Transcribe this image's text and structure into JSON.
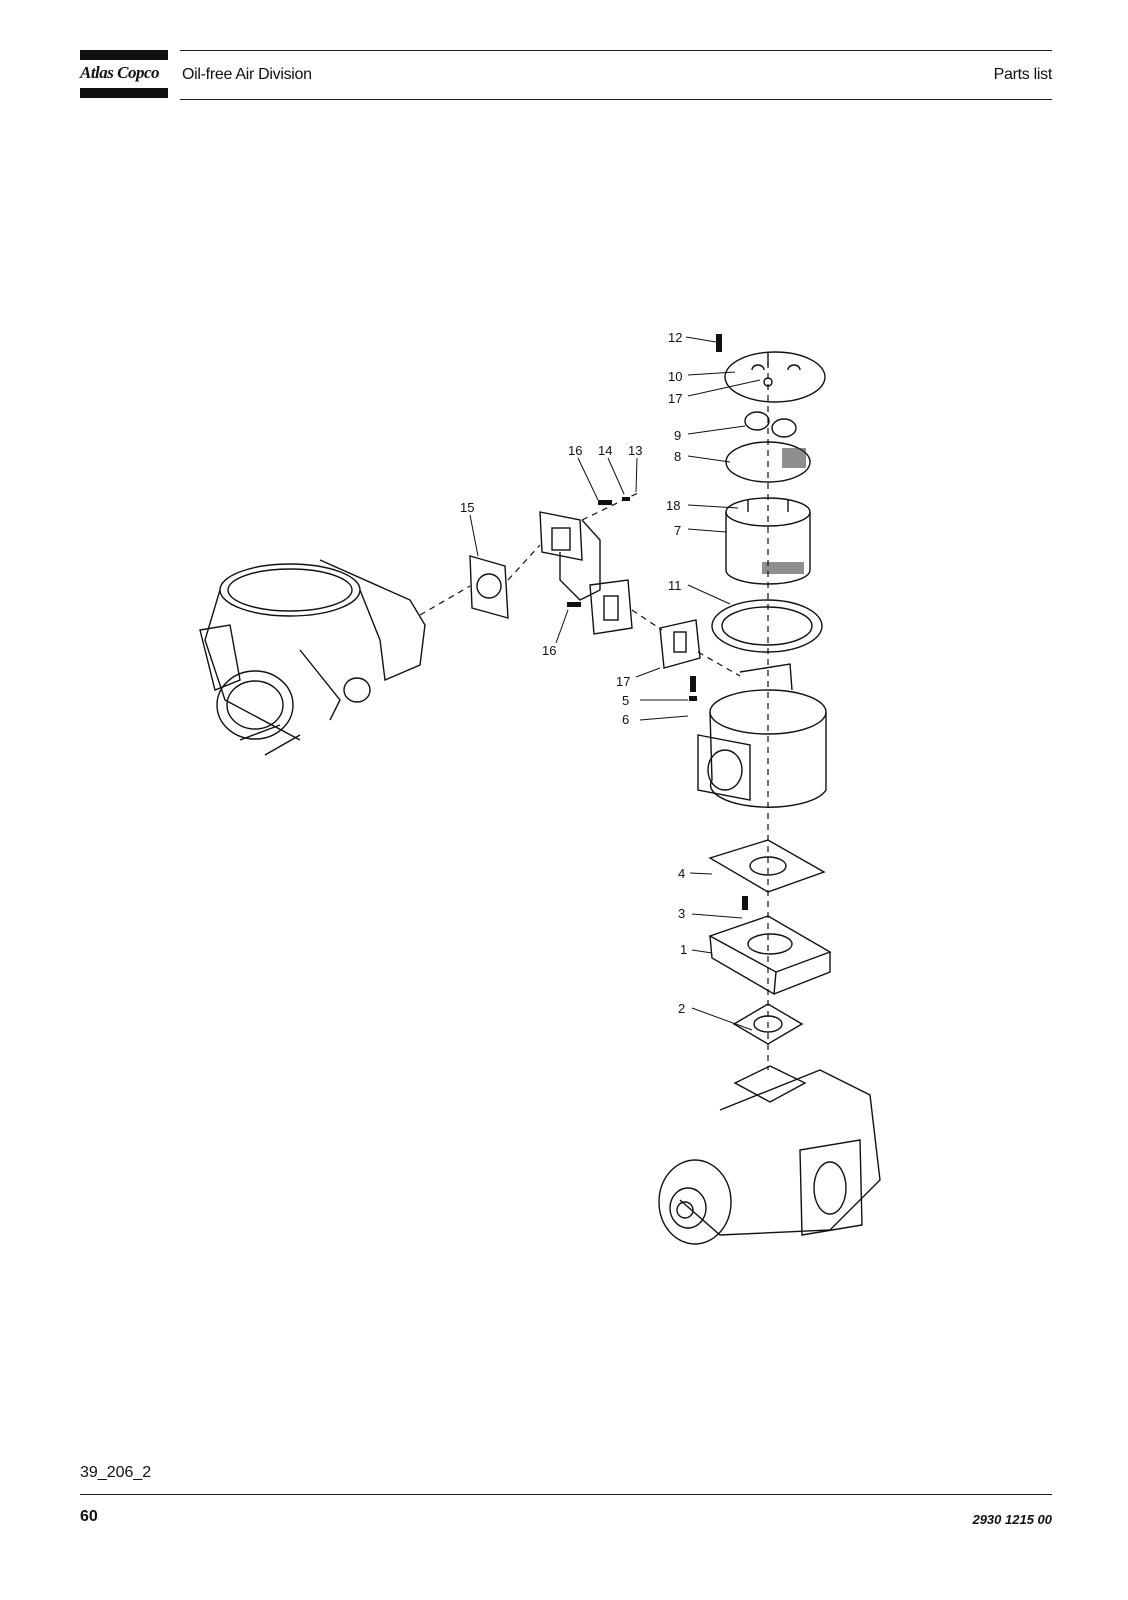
{
  "header": {
    "brand": "Atlas Copco",
    "division": "Oil-free Air Division",
    "section": "Parts list"
  },
  "figure": {
    "id": "39_206_2",
    "callouts": [
      "1",
      "2",
      "3",
      "4",
      "5",
      "6",
      "7",
      "8",
      "9",
      "10",
      "11",
      "12",
      "13",
      "14",
      "15",
      "16",
      "16",
      "17",
      "18",
      "19"
    ]
  },
  "footer": {
    "page": "60",
    "doc_number": "2930 1215 00"
  },
  "colors": {
    "ink": "#111111",
    "paper": "#ffffff"
  }
}
